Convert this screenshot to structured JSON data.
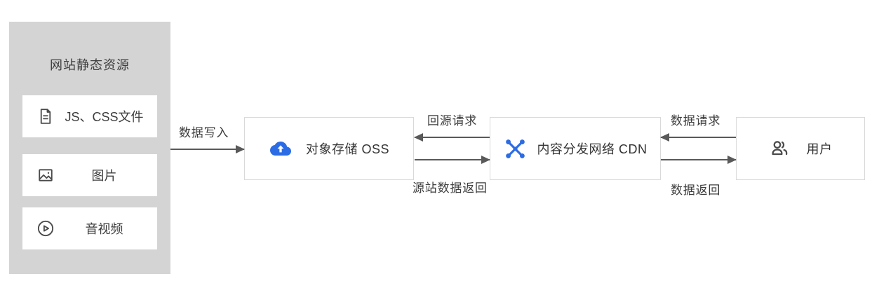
{
  "diagram": {
    "panel": {
      "title": "网站静态资源",
      "items": [
        {
          "label": "JS、CSS文件",
          "icon": "document-icon"
        },
        {
          "label": "图片",
          "icon": "image-icon"
        },
        {
          "label": "音视频",
          "icon": "video-play-icon"
        }
      ]
    },
    "nodes": {
      "oss": {
        "label": "对象存储 OSS",
        "icon": "oss-cloud-upload-icon"
      },
      "cdn": {
        "label": "内容分发网络 CDN",
        "icon": "cdn-network-icon"
      },
      "user": {
        "label": "用户",
        "icon": "users-icon"
      }
    },
    "flows": {
      "data_write": "数据写入",
      "origin_pull_request": "回源请求",
      "origin_data_return": "源站数据返回",
      "data_request": "数据请求",
      "data_return": "数据返回"
    },
    "colors": {
      "accent_blue": "#2b6ce5",
      "panel_gray": "#d4d4d4",
      "arrow_gray": "#595959",
      "border_gray": "#d9d9d9",
      "text_dark": "#3d3d3d"
    }
  }
}
